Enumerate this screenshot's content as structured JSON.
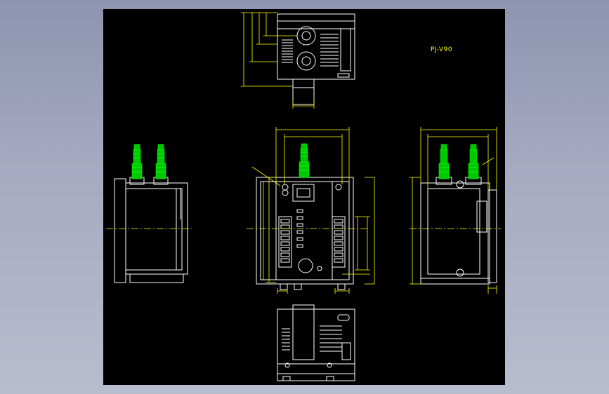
{
  "drawing": {
    "title": "PJ-V90",
    "colors": {
      "viewport_bg": "#9aa0b8",
      "canvas_bg": "#000000",
      "outline": "#ffffff",
      "dimension": "#ffff00",
      "connector": "#00ff00"
    }
  },
  "views": {
    "top": {
      "name": "top-view"
    },
    "left": {
      "name": "left-side-view"
    },
    "front": {
      "name": "front-view"
    },
    "right": {
      "name": "right-side-view"
    },
    "bottom": {
      "name": "bottom-view"
    }
  }
}
